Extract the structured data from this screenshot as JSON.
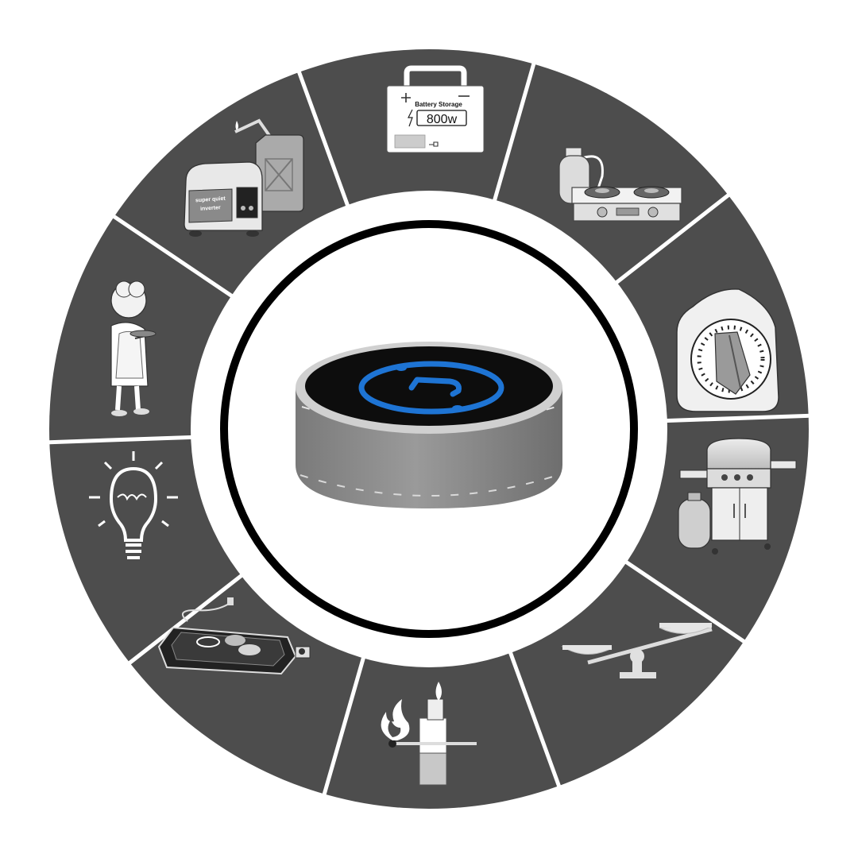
{
  "colors": {
    "ring": "#4d4d4d",
    "divider": "#ffffff",
    "hub_border": "#000000",
    "device_top": "#0d0d0d",
    "device_body": "#8e8e8e",
    "accent": "#1e74d4"
  },
  "segments": [
    {
      "icon": "battery-storage-icon"
    },
    {
      "icon": "gas-stove-icon"
    },
    {
      "icon": "kitchen-timer-icon"
    },
    {
      "icon": "bbq-grill-icon"
    },
    {
      "icon": "balance-scale-icon"
    },
    {
      "icon": "lighter-and-match-icon"
    },
    {
      "icon": "electric-griddle-icon"
    },
    {
      "icon": "light-bulb-icon"
    },
    {
      "icon": "grandma-cook-icon"
    },
    {
      "icon": "inverter-generator-icon"
    }
  ],
  "battery": {
    "label": "Battery Storage",
    "value": "800w"
  },
  "generator": {
    "label_line1": "super quiet",
    "label_line2": "inverter"
  },
  "center": {
    "icon": "power-hub-device-icon"
  }
}
